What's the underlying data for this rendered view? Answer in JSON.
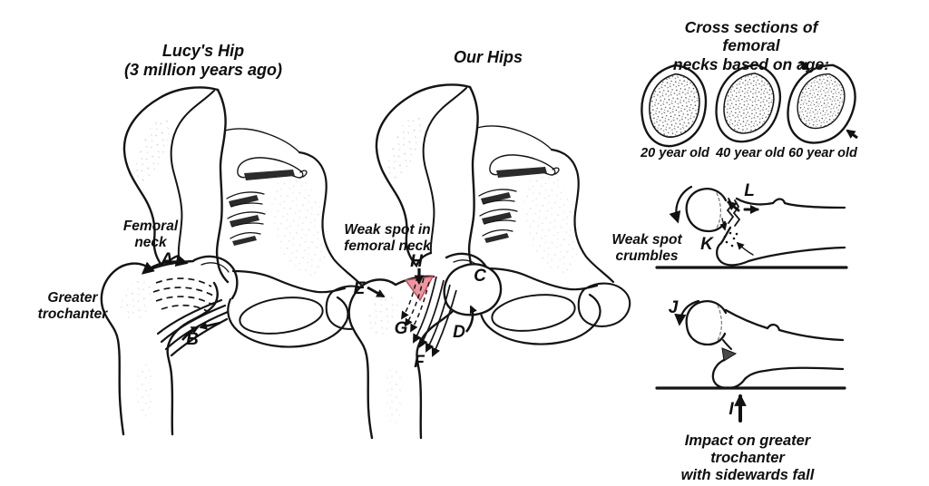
{
  "figure": {
    "background": "#ffffff",
    "ink_color": "#111111",
    "weak_spot_fill": "#ec97a0",
    "weak_spot_stroke": "#c2505c"
  },
  "left_panel": {
    "title": "Lucy's Hip\n(3 million years ago)",
    "labels": {
      "femoral_neck": "Femoral\nneck",
      "greater_trochanter": "Greater\ntrochanter"
    },
    "markers": {
      "a": "A",
      "b": "B"
    }
  },
  "middle_panel": {
    "title": "Our Hips",
    "labels": {
      "weak_spot": "Weak spot in\nfemoral neck"
    },
    "markers": {
      "c": "C",
      "d": "D",
      "e": "E",
      "f": "F",
      "g": "G",
      "h": "H"
    }
  },
  "right_panel": {
    "cross_sections": {
      "title": "Cross sections of femoral\nnecks based on age:",
      "ages": [
        "20 year old",
        "40 year old",
        "60 year old"
      ]
    },
    "crumble_figure": {
      "caption": "Weak spot\ncrumbles",
      "markers": {
        "k": "K",
        "l": "L"
      }
    },
    "impact_figure": {
      "caption": "Impact on greater trochanter\nwith sidewards fall",
      "markers": {
        "i": "I",
        "j": "J"
      }
    }
  }
}
